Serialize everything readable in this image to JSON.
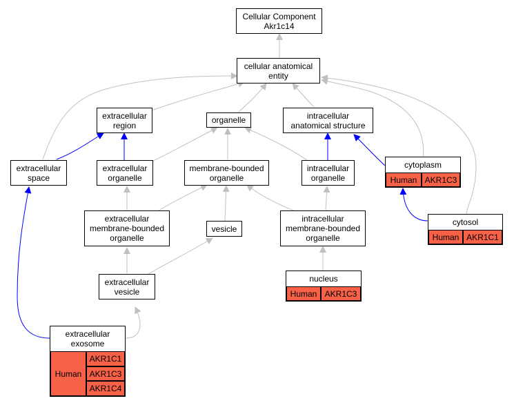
{
  "colors": {
    "gene_cell": "#f76148",
    "is_a_edge": "#c0c0c0",
    "part_of_edge": "#0000ff"
  },
  "nodes": {
    "root": "Cellular Component\nAkr1c14",
    "cae": "cellular anatomical\nentity",
    "exreg": "extracellular\nregion",
    "organelle": "organelle",
    "ias": "intracellular\nanatomical structure",
    "cytoplasm": "cytoplasm",
    "exspace": "extracellular\nspace",
    "exorg": "extracellular\norganelle",
    "mbo": "membrane-bounded\norganelle",
    "intorg": "intracellular\norganelle",
    "cytosol": "cytosol",
    "exmbo": "extracellular\nmembrane-bounded\norganelle",
    "vesicle": "vesicle",
    "intmbo": "intracellular\nmembrane-bounded\norganelle",
    "exves": "extracellular\nvesicle",
    "nucleus": "nucleus",
    "exosome": "extracellular\nexosome"
  },
  "annotations": {
    "cytoplasm": {
      "species": "Human",
      "genes": [
        "AKR1C3"
      ]
    },
    "cytosol": {
      "species": "Human",
      "genes": [
        "AKR1C1"
      ]
    },
    "nucleus": {
      "species": "Human",
      "genes": [
        "AKR1C3"
      ]
    },
    "exosome": {
      "species": "Human",
      "genes": [
        "AKR1C1",
        "AKR1C3",
        "AKR1C4"
      ]
    }
  }
}
